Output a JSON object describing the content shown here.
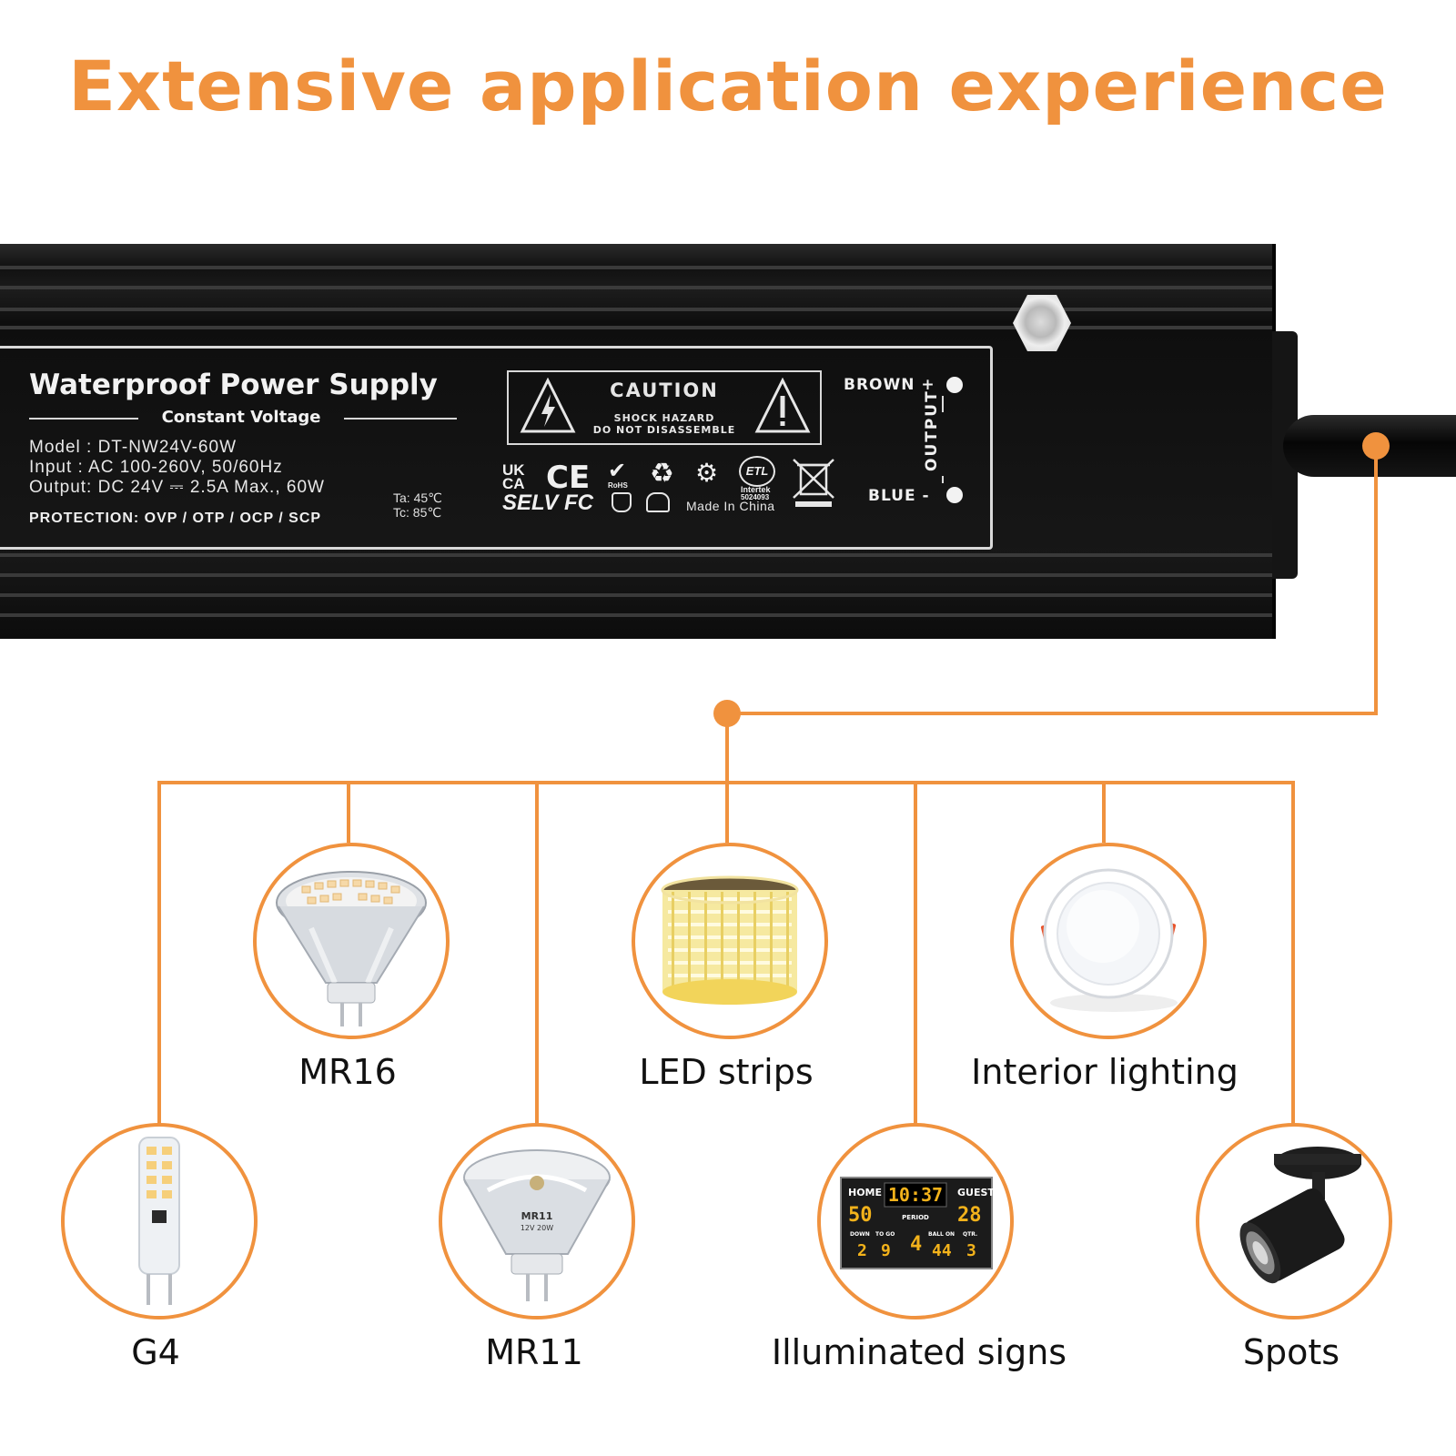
{
  "headline": "Extensive application experience",
  "product_label": {
    "title": "Waterproof Power Supply",
    "subtitle": "Constant Voltage",
    "model": "Model : DT-NW24V-60W",
    "input": "Input   : AC 100-260V,  50/60Hz",
    "output": "Output: DC 24V ⎓ 2.5A Max., 60W",
    "protection": "PROTECTION: OVP / OTP / OCP / SCP",
    "ta": "Ta: 45℃",
    "tc": "Tc: 85℃",
    "caution_title": "CAUTION",
    "caution_line1": "SHOCK HAZARD",
    "caution_line2": "DO NOT DISASSEMBLE",
    "cert_ukca_top": "UK",
    "cert_ukca_bottom": "CA",
    "cert_ce": "CE",
    "cert_rohs": "RoHS",
    "cert_selv": "SELV",
    "cert_fc": "FC",
    "cert_etl": "ETL",
    "cert_intertek": "Intertek",
    "cert_intertek_no": "5024093",
    "made_in": "Made In China",
    "wire_positive": "BROWN +",
    "wire_negative": "BLUE -",
    "output_label": "OUTPUT"
  },
  "applications": [
    {
      "label": "MR16",
      "icon": "mr16-bulb-icon"
    },
    {
      "label": "LED strips",
      "icon": "led-strip-reel-icon"
    },
    {
      "label": "Interior lighting",
      "icon": "recessed-downlight-icon"
    },
    {
      "label": "G4",
      "icon": "g4-bulb-icon"
    },
    {
      "label": "MR11",
      "icon": "mr11-bulb-icon"
    },
    {
      "label": "Illuminated signs",
      "icon": "scoreboard-sign-icon"
    },
    {
      "label": "Spots",
      "icon": "spotlight-icon"
    }
  ],
  "scoreboard": {
    "home": "HOME",
    "guest": "GUEST",
    "clock": "10:37",
    "home_score": "50",
    "guest_score": "28",
    "period_label": "PERIOD",
    "down_label": "DOWN",
    "togo_label": "TO GO",
    "ballon_label": "BALL ON",
    "qtr_label": "QTR.",
    "down": "2",
    "togo": "9",
    "period": "4",
    "ballon": "44",
    "qtr": "3"
  },
  "mr11_marking": "MR11",
  "mr11_rating": "12V 20W",
  "colors": {
    "accent": "#f0923e",
    "housing": "#151515",
    "label_text": "#e8e8e8",
    "text": "#111111"
  }
}
